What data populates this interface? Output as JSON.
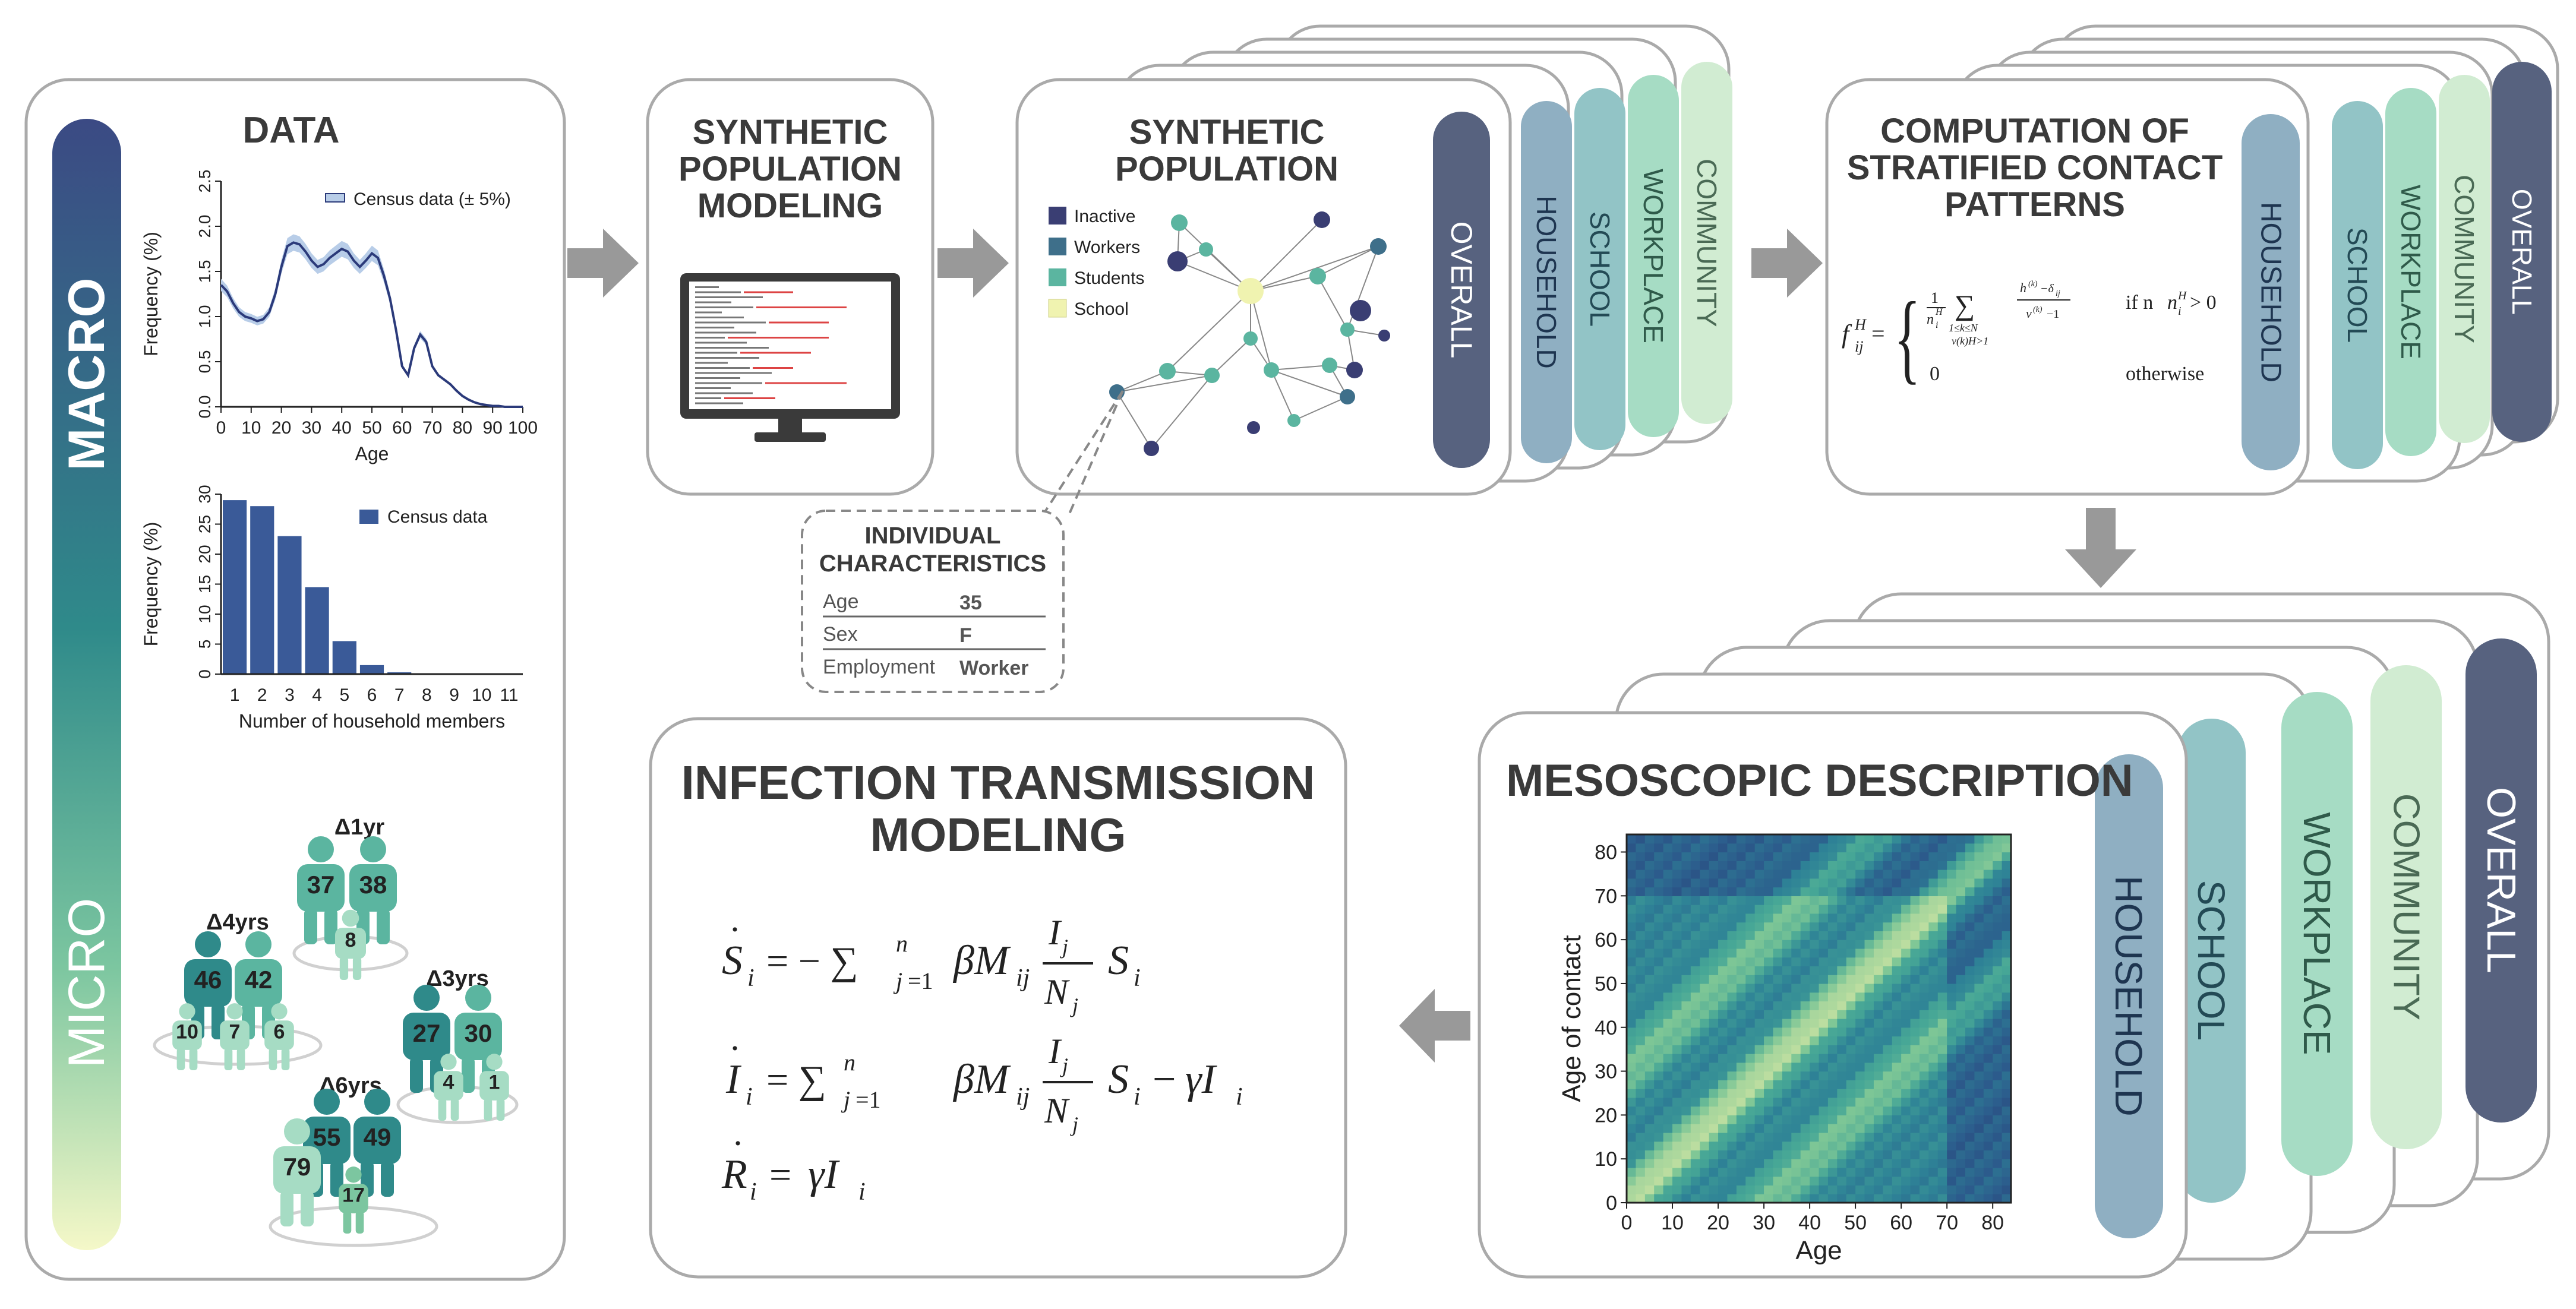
{
  "colors": {
    "panel_border": "#aaaaaa",
    "arrow": "#999999",
    "gradient_top": "#3b4a84",
    "gradient_mid": "#2f8a8a",
    "gradient_bottom": "#f5f8c8",
    "census_line": "#2b3a7a",
    "census_band": "#b8cde8",
    "bar_fill": "#3a5a98",
    "tab_overall": "#57627f",
    "tab_household": "#8fafc2",
    "tab_school": "#92c4c6",
    "tab_workplace": "#a6dcc4",
    "tab_community": "#d1ecd2",
    "inactive": "#3a3e73",
    "workers": "#3e6f8a",
    "students": "#5bb5a0",
    "school": "#f0f3b0"
  },
  "scale_labels": {
    "top": "MACRO",
    "bottom": "MICRO"
  },
  "data_panel": {
    "title": "DATA"
  },
  "chart_data": [
    {
      "type": "line",
      "title": "",
      "xlabel": "Age",
      "ylabel": "Frequency (%)",
      "xlim": [
        0,
        100
      ],
      "ylim": [
        0,
        2.5
      ],
      "xticks": [
        0,
        10,
        20,
        30,
        40,
        50,
        60,
        70,
        80,
        90,
        100
      ],
      "yticks": [
        "0.0",
        "0.5",
        "1.0",
        "1.5",
        "2.0",
        "2.5"
      ],
      "legend": "Census data (± 5%)",
      "legend_position": "top-right",
      "band": 0.05,
      "series": [
        {
          "name": "Census data (± 5%)",
          "x": [
            0,
            2,
            4,
            6,
            8,
            10,
            12,
            14,
            16,
            18,
            20,
            22,
            24,
            26,
            28,
            30,
            32,
            34,
            36,
            38,
            40,
            42,
            44,
            46,
            48,
            50,
            52,
            54,
            56,
            58,
            60,
            62,
            64,
            66,
            68,
            70,
            72,
            74,
            76,
            78,
            80,
            82,
            84,
            86,
            88,
            90,
            92,
            94,
            96,
            98,
            100
          ],
          "y": [
            1.35,
            1.28,
            1.15,
            1.05,
            1.0,
            0.98,
            0.95,
            0.97,
            1.05,
            1.25,
            1.55,
            1.78,
            1.82,
            1.8,
            1.72,
            1.62,
            1.55,
            1.58,
            1.65,
            1.7,
            1.75,
            1.72,
            1.62,
            1.55,
            1.62,
            1.7,
            1.65,
            1.45,
            1.2,
            0.85,
            0.45,
            0.35,
            0.65,
            0.8,
            0.72,
            0.45,
            0.35,
            0.3,
            0.25,
            0.18,
            0.12,
            0.08,
            0.05,
            0.03,
            0.02,
            0.01,
            0.01,
            0.0,
            0.0,
            0.0,
            0.0
          ]
        }
      ]
    },
    {
      "type": "bar",
      "title": "",
      "xlabel": "Number of household members",
      "ylabel": "Frequency (%)",
      "ylim": [
        0,
        30
      ],
      "yticks": [
        "0",
        "5",
        "10",
        "15",
        "20",
        "25",
        "30"
      ],
      "legend": "Census data",
      "legend_position": "top-right",
      "categories": [
        "1",
        "2",
        "3",
        "4",
        "5",
        "6",
        "7",
        "8",
        "9",
        "10",
        "11"
      ],
      "values": [
        29,
        28,
        23,
        14.5,
        5.5,
        1.5,
        0.3,
        0.1,
        0.05,
        0.02,
        0.01
      ]
    },
    {
      "type": "heatmap",
      "title": "",
      "xlabel": "Age",
      "ylabel": "Age of contact",
      "xlim": [
        0,
        84
      ],
      "ylim": [
        0,
        84
      ],
      "xticks": [
        0,
        10,
        20,
        30,
        40,
        50,
        60,
        70,
        80
      ],
      "yticks": [
        0,
        10,
        20,
        30,
        40,
        50,
        60,
        70,
        80
      ]
    }
  ],
  "households": [
    {
      "delta": "Δ1yr",
      "members": [
        "37",
        "38",
        "8"
      ]
    },
    {
      "delta": "Δ4yrs",
      "members": [
        "46",
        "42",
        "10",
        "7",
        "6"
      ]
    },
    {
      "delta": "Δ3yrs",
      "members": [
        "27",
        "30",
        "4",
        "1"
      ]
    },
    {
      "delta": "Δ6yrs",
      "members": [
        "55",
        "49",
        "79",
        "17"
      ]
    }
  ],
  "synth_modeling": {
    "title": [
      "SYNTHETIC",
      "POPULATION",
      "MODELING"
    ]
  },
  "synth_population": {
    "title": [
      "SYNTHETIC",
      "POPULATION"
    ],
    "legend": [
      "Inactive",
      "Workers",
      "Students",
      "School"
    ]
  },
  "layer_tabs": {
    "overall": "OVERALL",
    "household": "HOUSEHOLD",
    "school": "SCHOOL",
    "workplace": "WORKPLACE",
    "community": "COMMUNITY"
  },
  "individual": {
    "title": [
      "INDIVIDUAL",
      "CHARACTERISTICS"
    ],
    "rows": [
      {
        "label": "Age",
        "value": "35"
      },
      {
        "label": "Sex",
        "value": "F"
      },
      {
        "label": "Employment",
        "value": "Worker"
      }
    ]
  },
  "contact_patterns": {
    "title": [
      "COMPUTATION OF",
      "STRATIFIED CONTACT",
      "PATTERNS"
    ],
    "cond1": "if n",
    "cond1_tail": " > 0",
    "otherwise": "otherwise",
    "zero": "0"
  },
  "mesoscopic": {
    "title": "MESOSCOPIC DESCRIPTION"
  },
  "infection": {
    "title": [
      "INFECTION TRANSMISSION",
      "MODELING"
    ]
  }
}
